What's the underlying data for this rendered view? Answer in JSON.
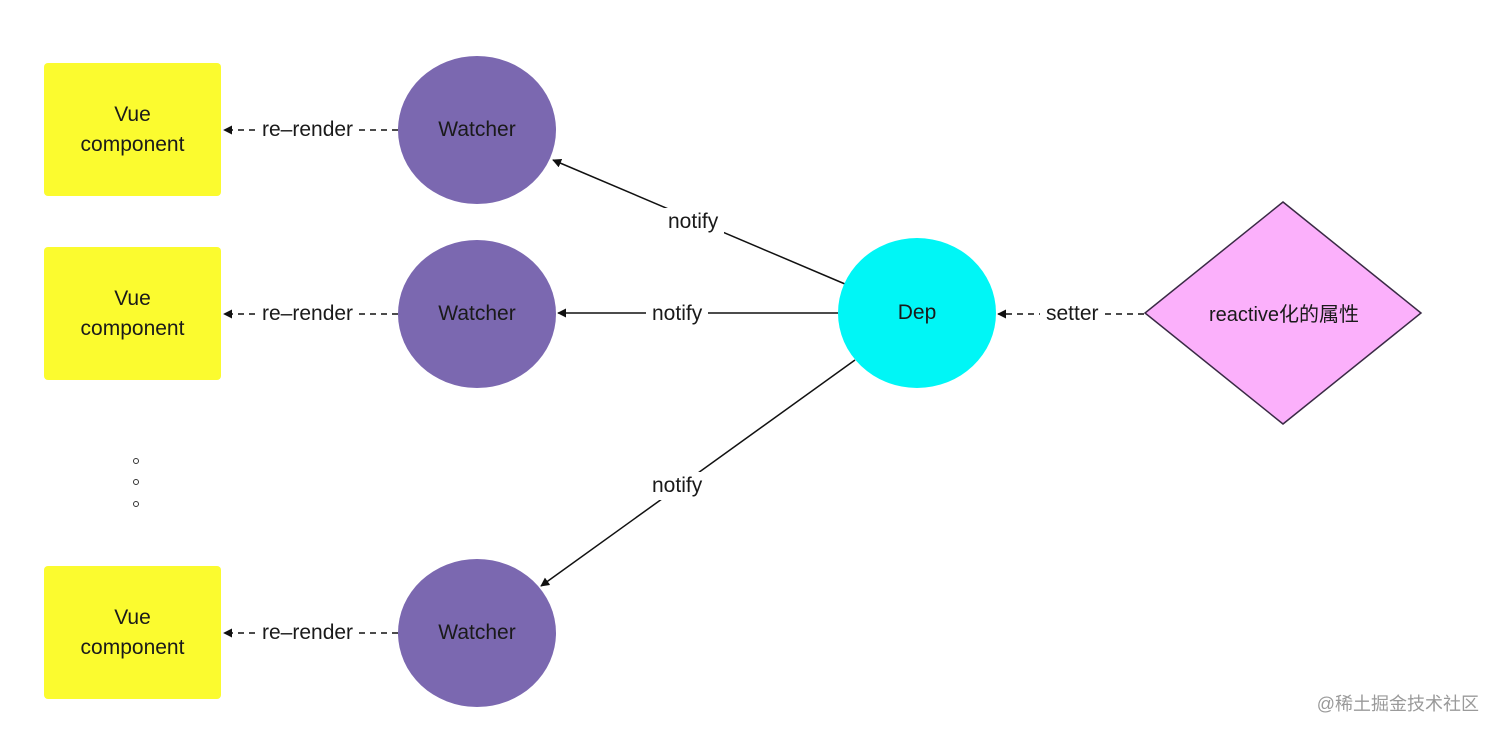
{
  "diagram": {
    "components": [
      {
        "line1": "Vue",
        "line2": "component"
      },
      {
        "line1": "Vue",
        "line2": "component"
      },
      {
        "line1": "Vue",
        "line2": "component"
      }
    ],
    "watchers": [
      {
        "label": "Watcher"
      },
      {
        "label": "Watcher"
      },
      {
        "label": "Watcher"
      }
    ],
    "dep": {
      "label": "Dep"
    },
    "property": {
      "label": "reactive化的属性"
    },
    "edges": {
      "re_render": [
        "re–render",
        "re–render",
        "re–render"
      ],
      "notify": [
        "notify",
        "notify",
        "notify"
      ],
      "setter": "setter"
    }
  },
  "watermark": "@稀土掘金技术社区",
  "colors": {
    "component": "#fbfb2f",
    "watcher": "#7b68b0",
    "dep": "#00f6f6",
    "property": "#fbb0fb"
  }
}
